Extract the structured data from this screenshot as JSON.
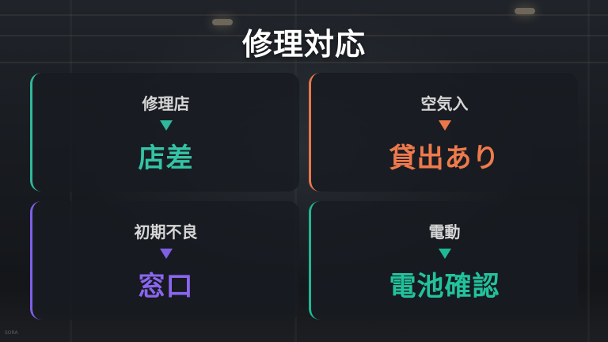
{
  "title": "修理対応",
  "cards": [
    {
      "label": "修理店",
      "result": "店差",
      "color": "#2fb89c",
      "arrow_icon": "down-triangle-icon"
    },
    {
      "label": "空気入",
      "result": "貸出あり",
      "color": "#e9774b",
      "arrow_icon": "down-triangle-icon"
    },
    {
      "label": "初期不良",
      "result": "窓口",
      "color": "#7f5fe6",
      "arrow_icon": "down-triangle-icon"
    },
    {
      "label": "電動",
      "result": "電池確認",
      "color": "#20b895",
      "arrow_icon": "down-triangle-icon"
    }
  ],
  "watermark": "SORA"
}
